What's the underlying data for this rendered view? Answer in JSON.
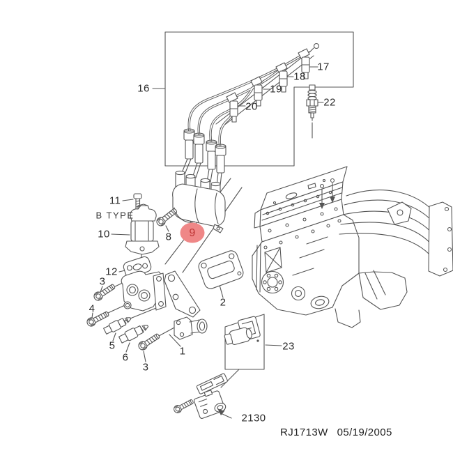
{
  "diagram": {
    "kind": "engine-parts-exploded-diagram",
    "selected_part": "9",
    "highlight_color": "#ef8787",
    "highlight_text_color": "#bf3535",
    "line_color": "#545454"
  },
  "labels": {
    "p1": "1",
    "p2": "2",
    "p3a": "3",
    "p3b": "3",
    "p4": "4",
    "p5": "5",
    "p6": "6",
    "p8": "8",
    "p9": "9",
    "p10": "10",
    "p11": "11",
    "p12": "12",
    "p16": "16",
    "p17": "17",
    "p18": "18",
    "p19": "19",
    "p20": "20",
    "p22": "22",
    "p23": "23",
    "p2130": "2130"
  },
  "notes": {
    "b_type": "B TYPE"
  },
  "footer": {
    "code": "RJ1713W",
    "date": "05/19/2005"
  }
}
